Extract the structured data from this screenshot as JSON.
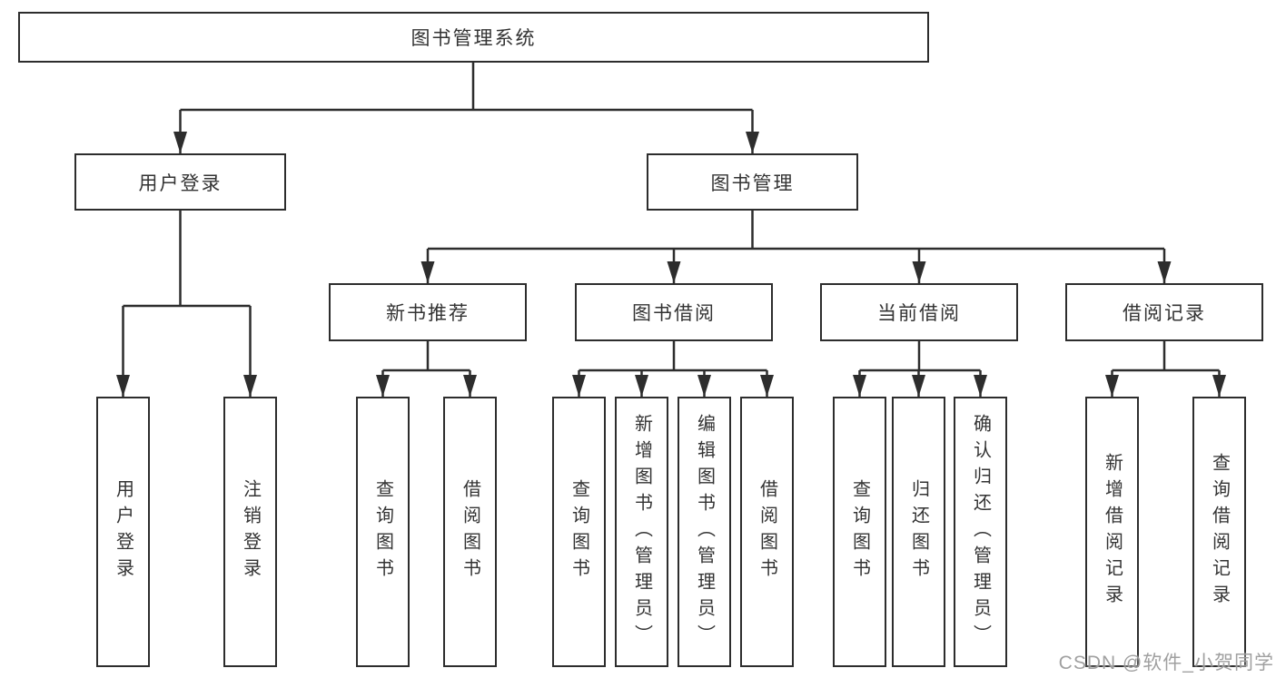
{
  "tree": {
    "label": "图书管理系统",
    "children": [
      {
        "label": "用户登录",
        "children": [
          {
            "label": "用户登录"
          },
          {
            "label": "注销登录"
          }
        ]
      },
      {
        "label": "图书管理",
        "children": [
          {
            "label": "新书推荐",
            "children": [
              {
                "label": "查询图书"
              },
              {
                "label": "借阅图书"
              }
            ]
          },
          {
            "label": "图书借阅",
            "children": [
              {
                "label": "查询图书"
              },
              {
                "label": "新增图书（管理员）"
              },
              {
                "label": "编辑图书（管理员）"
              },
              {
                "label": "借阅图书"
              }
            ]
          },
          {
            "label": "当前借阅",
            "children": [
              {
                "label": "查询图书"
              },
              {
                "label": "归还图书"
              },
              {
                "label": "确认归还（管理员）"
              }
            ]
          },
          {
            "label": "借阅记录",
            "children": [
              {
                "label": "新增借阅记录"
              },
              {
                "label": "查询借阅记录"
              }
            ]
          }
        ]
      }
    ]
  },
  "watermark": "CSDN @软件_小贺同学",
  "colors": {
    "line": "#2d2d2d",
    "box_border": "#2d2d2d",
    "box_background": "#ffffff",
    "text": "#333333",
    "watermark": "#989898"
  }
}
